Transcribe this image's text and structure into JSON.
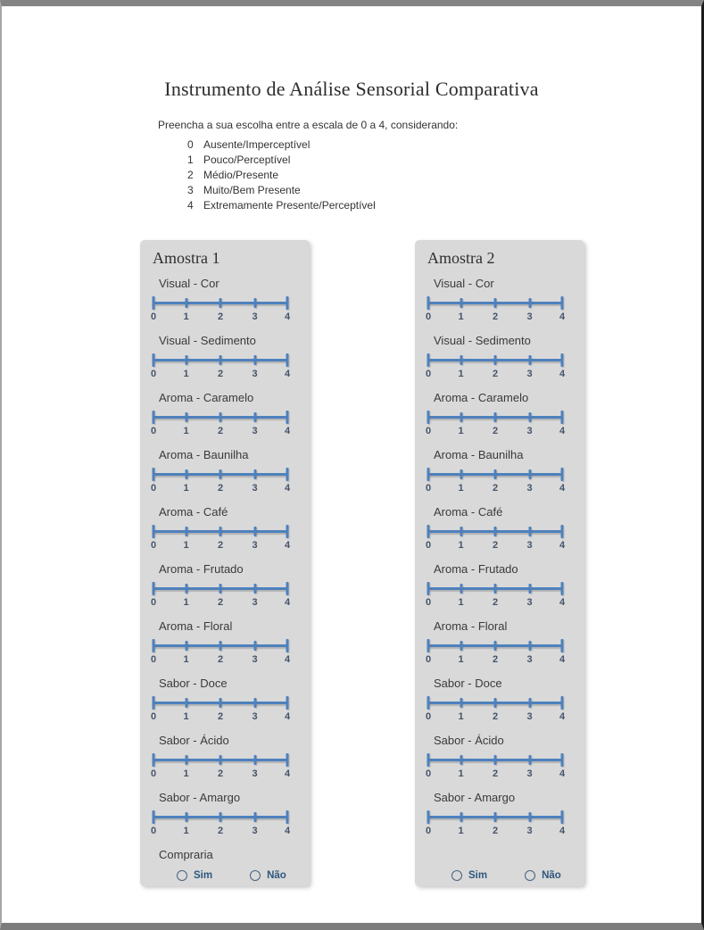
{
  "page": {
    "title": "Instrumento de Análise Sensorial Comparativa",
    "instructions_heading": "Preencha a sua escolha entre a escala de 0 a 4, considerando:",
    "scale_legend": [
      {
        "value": "0",
        "label": "Ausente/Imperceptível"
      },
      {
        "value": "1",
        "label": "Pouco/Perceptível"
      },
      {
        "value": "2",
        "label": "Médio/Presente"
      },
      {
        "value": "3",
        "label": "Muito/Bem Presente"
      },
      {
        "value": "4",
        "label": "Extremamente Presente/Perceptível"
      }
    ]
  },
  "scale": {
    "tick_labels": [
      "0",
      "1",
      "2",
      "3",
      "4"
    ],
    "min": 0,
    "max": 4
  },
  "panels": [
    {
      "title": "Amostra 1",
      "attributes": [
        "Visual - Cor",
        "Visual - Sedimento",
        "Aroma - Caramelo",
        "Aroma - Baunilha",
        "Aroma - Café",
        "Aroma - Frutado",
        "Aroma - Floral",
        "Sabor - Doce",
        "Sabor - Ácido",
        "Sabor - Amargo"
      ],
      "buy_question": "Compraria",
      "buy_options": [
        "Sim",
        "Não"
      ]
    },
    {
      "title": "Amostra 2",
      "attributes": [
        "Visual - Cor",
        "Visual - Sedimento",
        "Aroma - Caramelo",
        "Aroma - Baunilha",
        "Aroma - Café",
        "Aroma - Frutado",
        "Aroma - Floral",
        "Sabor - Doce",
        "Sabor - Ácido",
        "Sabor - Amargo"
      ],
      "buy_question": "",
      "buy_options": [
        "Sim",
        "Não"
      ]
    }
  ],
  "colors": {
    "scale_blue": "#4e81bd",
    "tick_text": "#44546a",
    "panel_bg": "#d9d9d9",
    "radio_text": "#2e587c"
  }
}
